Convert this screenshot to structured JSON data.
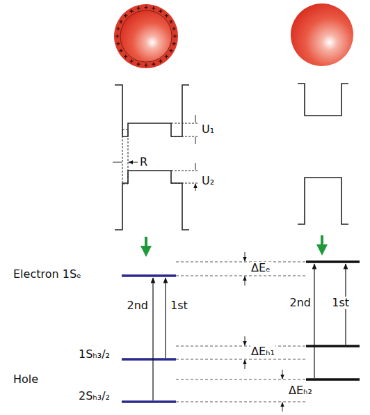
{
  "diagram": {
    "labels": [
      "U₁",
      "U₂",
      "R",
      "Electron 1Sₑ",
      "ΔEₑ",
      "2nd",
      "1st",
      "2nd",
      "1st",
      "1Sₕ₃/₂",
      "ΔEₕ₁",
      "Hole",
      "2Sₕ₃/₂",
      "ΔEₕ₂"
    ]
  }
}
